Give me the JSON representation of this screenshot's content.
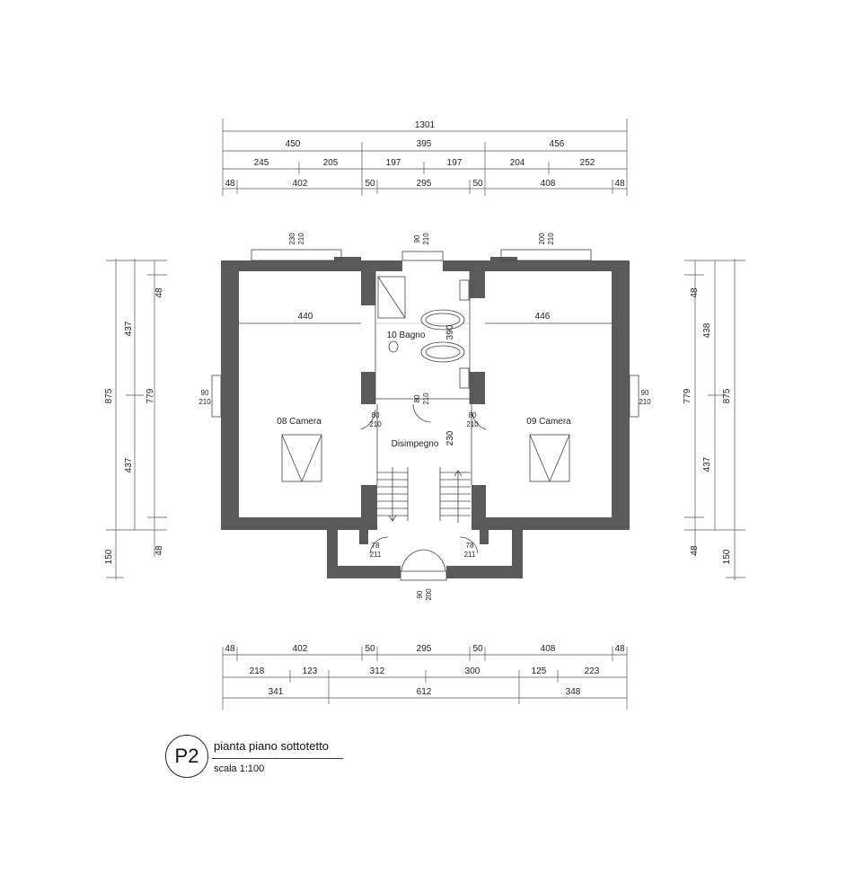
{
  "drawing": {
    "badge": "P2",
    "title": "pianta piano sottotetto",
    "scale": "scala 1:100"
  },
  "rooms": {
    "camera8": "08 Camera",
    "camera9": "09 Camera",
    "bagno": "10 Bagno",
    "disimpegno": "Disimpegno"
  },
  "dims_top": {
    "total": "1301",
    "row2": [
      "450",
      "395",
      "456"
    ],
    "row3": [
      "245",
      "205",
      "197",
      "197",
      "204",
      "252"
    ],
    "row4": [
      "48",
      "402",
      "50",
      "295",
      "50",
      "408",
      "48"
    ]
  },
  "dims_bottom": {
    "row1": [
      "48",
      "402",
      "50",
      "295",
      "50",
      "408",
      "48"
    ],
    "row2": [
      "218",
      "123",
      "312",
      "300",
      "125",
      "223"
    ],
    "row3": [
      "341",
      "612",
      "348"
    ]
  },
  "dims_left": {
    "outer": [
      "875",
      "150"
    ],
    "mid": [
      "437",
      "437"
    ],
    "inner": [
      "48",
      "779",
      "48"
    ]
  },
  "dims_right": {
    "inner": [
      "48",
      "438",
      "437",
      "48"
    ],
    "mid": [
      "779"
    ],
    "outer": [
      "875",
      "150"
    ]
  },
  "interior_dims": {
    "left_room_width": "440",
    "right_room_width": "446",
    "bagno_height": "390",
    "disimpegno_height": "230"
  },
  "openings": {
    "top_left_window": [
      "230",
      "210"
    ],
    "top_center_window": [
      "90",
      "210"
    ],
    "top_right_window": [
      "200",
      "210"
    ],
    "left_window": [
      "90",
      "210"
    ],
    "right_window": [
      "90",
      "210"
    ],
    "door_camera8": [
      "80",
      "210"
    ],
    "door_bagno": [
      "80",
      "210"
    ],
    "door_camera9": [
      "80",
      "210"
    ],
    "door_low_left": [
      "78",
      "211"
    ],
    "door_low_right": [
      "78",
      "211"
    ],
    "entrance": [
      "90",
      "200"
    ]
  }
}
